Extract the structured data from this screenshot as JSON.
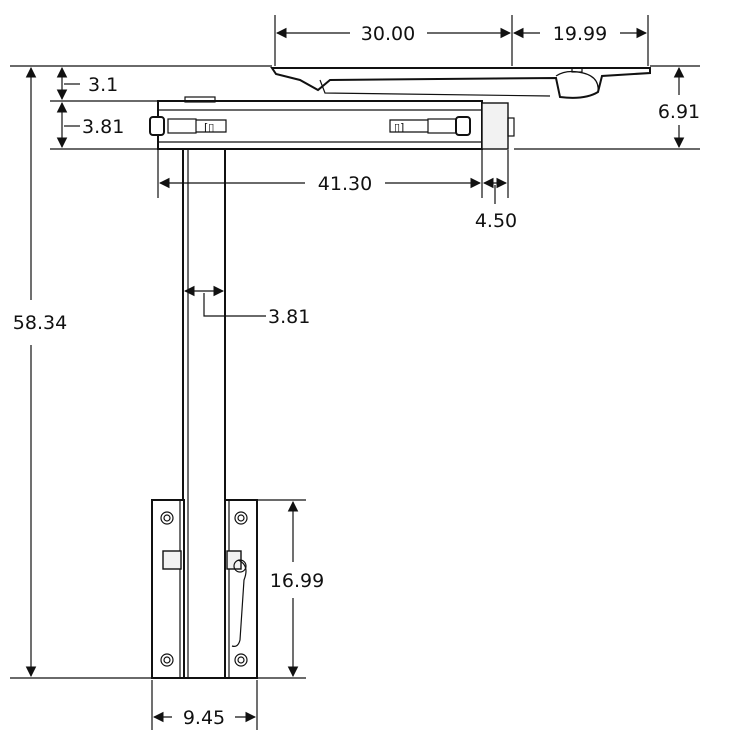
{
  "dimensions": {
    "top_left_width": "30.00",
    "top_right_width": "19.99",
    "top_offset": "3.1",
    "arm_thickness": "3.81",
    "tray_drop": "6.91",
    "arm_length": "41.30",
    "end_cap": "4.50",
    "post_width": "3.81",
    "overall_height": "58.34",
    "clamp_height": "16.99",
    "clamp_width": "9.45"
  },
  "colors": {
    "line": "#111111",
    "background": "#ffffff",
    "part_fill": "#f2f2f2"
  }
}
